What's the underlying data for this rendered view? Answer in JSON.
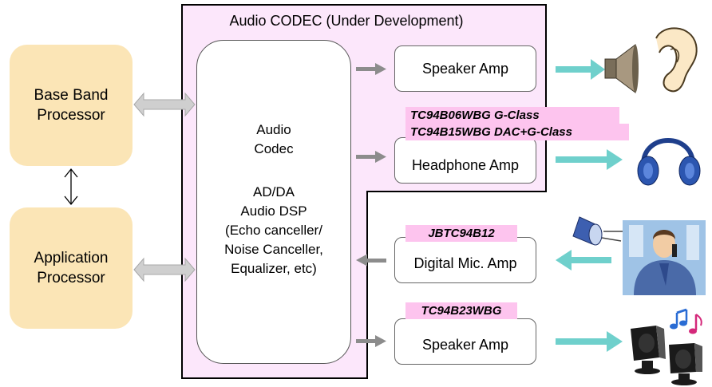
{
  "codec_title": "Audio CODEC (Under Development)",
  "base_band": {
    "line1": "Base Band",
    "line2": "Processor"
  },
  "application": {
    "line1": "Application",
    "line2": "Processor"
  },
  "codec_core": [
    "Audio",
    "Codec",
    "AD/DA",
    "Audio DSP",
    "(Echo canceller/",
    "Noise Canceller,",
    "Equalizer, etc)"
  ],
  "amps": {
    "speaker_top": "Speaker Amp",
    "headphone": "Headphone Amp",
    "mic": "Digital Mic. Amp",
    "speaker_bottom": "Speaker Amp"
  },
  "tags": {
    "headphone_line1": "TC94B06WBG G-Class",
    "headphone_line2": "TC94B15WBG  DAC+G-Class",
    "mic": "JBTC94B12",
    "speaker_bottom": "TC94B23WBG"
  },
  "colors": {
    "processor_fill": "#fbe5b6",
    "codec_fill": "#fce7fb",
    "tag_fill": "#fdc4ee",
    "output_arrow": "#6fd0cc",
    "gray_arrow": "#bdbdbd"
  }
}
